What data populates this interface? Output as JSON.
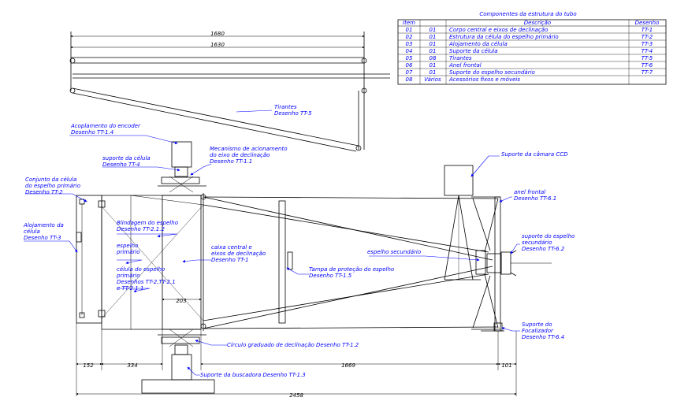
{
  "components_table": {
    "title": "Componentes da estrutura do tubo",
    "headers": [
      "Item",
      "",
      "Descrição",
      "Desenho"
    ],
    "rows": [
      {
        "item": "01",
        "qty": "01",
        "description": "Corpo central e eixos de declinação",
        "drawing": "TT-1"
      },
      {
        "item": "02",
        "qty": "01",
        "description": "Estrutura da célula do espelho primário",
        "drawing": "TT-2"
      },
      {
        "item": "03",
        "qty": "01",
        "description": "Alojamento da célula",
        "drawing": "TT-3"
      },
      {
        "item": "04",
        "qty": "01",
        "description": "Suporte da célula",
        "drawing": "TT-4"
      },
      {
        "item": "05",
        "qty": "08",
        "description": "Tirantes",
        "drawing": "TT-5"
      },
      {
        "item": "06",
        "qty": "01",
        "description": "Anel frontal",
        "drawing": "TT-6"
      },
      {
        "item": "07",
        "qty": "01",
        "description": "Suporte do espelho secundário",
        "drawing": "TT-7"
      },
      {
        "item": "08",
        "qty": "Vários",
        "description": "Acessórios fixos e móveis",
        "drawing": ""
      }
    ]
  },
  "top_view": {
    "dim_outer": "1680",
    "dim_inner": "1630",
    "tirantes_label": [
      "Tirantes",
      "Desenho TT-5"
    ]
  },
  "labels": {
    "encoder": [
      "Acoplamento do encoder",
      "Desenho TT-1.4"
    ],
    "suporte_celula": [
      "suporte da célula",
      "Desenho TT-4"
    ],
    "mecanismo": [
      "Mecanismo de acionamento",
      "do eixo de declinação",
      "Desenho TT-1.1"
    ],
    "conjunto_celula": [
      "Conjunto da célula",
      "do espelho primário",
      "Desenho TT-2"
    ],
    "alojamento": [
      "Alojamento da",
      "célula",
      "Desenho TT-3"
    ],
    "blindagem": [
      "Blindagem do espelho",
      "Desenho TT-2.1.2"
    ],
    "espelho_primario": [
      "espelho",
      "primário"
    ],
    "celula_espelho": [
      "célula do espelho",
      "primário",
      "Desenhos TT-2,TT-2.1",
      "e TT-2.1.1"
    ],
    "caixa_central": [
      "caixa central e",
      "eixos de declinação",
      "Desenho TT-1"
    ],
    "tampa": [
      "Tampa de proteção do espelho",
      "Desenho TT-1.5"
    ],
    "espelho_secundario": [
      "espelho secundário"
    ],
    "suporte_camera": [
      "Suporte da câmara CCD"
    ],
    "anel_frontal": [
      "anel frontal",
      "Desenho TT-6.1"
    ],
    "suporte_secundario": [
      "suporte do espelho",
      "secundário",
      "Desenho TT-6.2"
    ],
    "suporte_focalizador": [
      "Suporte do",
      "Focalizador",
      "Desenho TT-6.4"
    ],
    "circulo": [
      "Círculo graduado de declinação Desenho TT-1.2"
    ],
    "buscadora": [
      "Suporte da buscadora Desenho TT-1.3"
    ]
  },
  "dimensions": {
    "d152": "152",
    "d334": "334",
    "d203": "203",
    "d1669": "1669",
    "d101": "101",
    "d2458": "2458"
  },
  "colors": {
    "text_blue": "#0000ff",
    "line_black": "#000000",
    "background": "#ffffff"
  }
}
